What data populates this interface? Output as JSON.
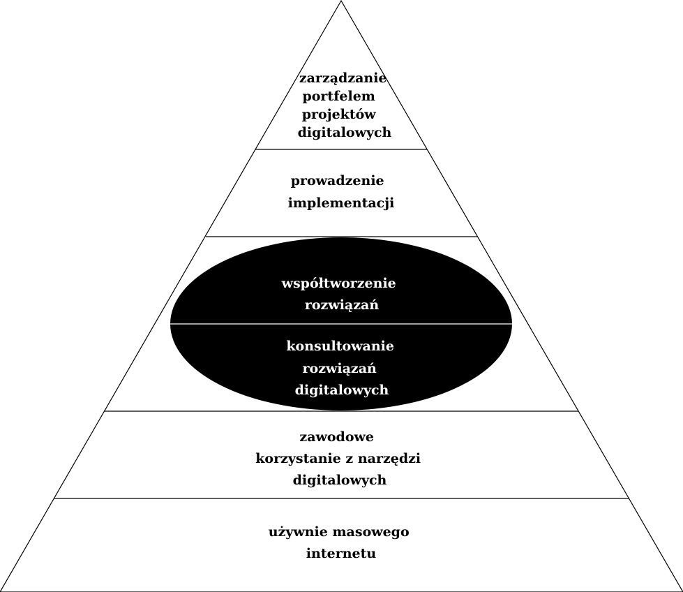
{
  "diagram": {
    "levels": [
      {
        "lines": [
          "zarządzanie",
          "portfelem",
          "projektów",
          "digitalowych"
        ]
      },
      {
        "lines": [
          "prowadzenie",
          "implementacji"
        ]
      },
      {
        "lines": [
          "współtworzenie",
          "rozwiązań"
        ]
      },
      {
        "lines": [
          "konsultowanie",
          "rozwiązań",
          "digitalowych"
        ]
      },
      {
        "lines": [
          "zawodowe",
          "korzystanie  z narzędzi",
          "digitalowych"
        ]
      },
      {
        "lines": [
          "używnie masowego",
          "internetu"
        ]
      }
    ],
    "colors": {
      "background": "#ffffff",
      "stroke": "#000000",
      "ellipse_fill": "#000000",
      "dark_text": "#000000",
      "light_text": "#ffffff"
    }
  }
}
